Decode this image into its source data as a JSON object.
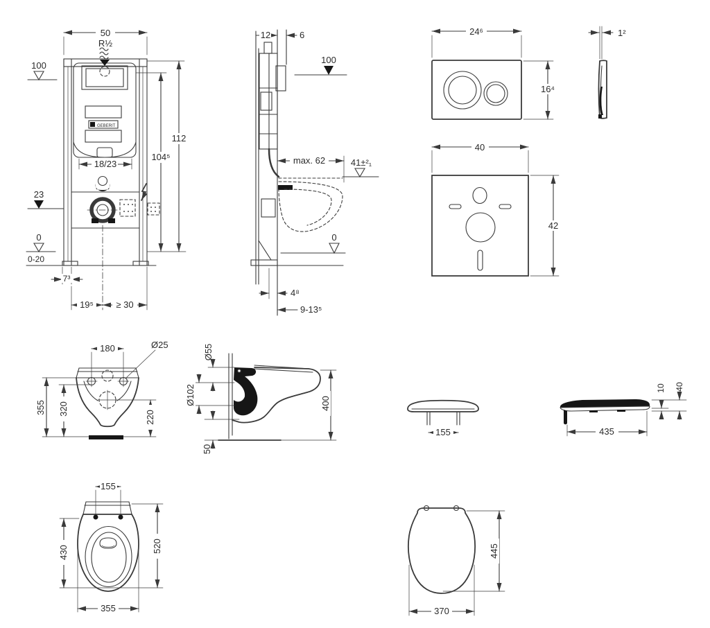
{
  "page": {
    "bg": "#ffffff",
    "line_color": "#3a3a3a",
    "text_color": "#2b2b2b"
  },
  "frame_front": {
    "width": "50",
    "thread": "R½",
    "datum_top": "100",
    "height_total": "112",
    "height_inner": "104⁵",
    "bracket_span": "18/23",
    "datum_mid": "23",
    "datum_zero": "0",
    "floor_range": "0-20",
    "foot_width": "7³",
    "center_offset": "19⁵",
    "side_min": "≥ 30",
    "brand": "GEBERIT"
  },
  "frame_side": {
    "depth": "12",
    "gap": "6",
    "datum_top": "100",
    "bowl_depth_max": "max. 62",
    "rim_height": "41±²₁",
    "datum_zero": "0",
    "rail_depth": "4⁸",
    "floor_buildup": "9-13⁵"
  },
  "flush_plate": {
    "width": "24⁶",
    "height": "16⁴",
    "thickness": "1²"
  },
  "sound_mat": {
    "width": "40",
    "height": "42"
  },
  "bowl_rear": {
    "bolt_span": "180",
    "bolt_dia": "Ø25",
    "height_total": "355",
    "height_rim": "320",
    "height_outlet": "220"
  },
  "bowl_side": {
    "inlet_dia": "Ø55",
    "outlet_dia": "Ø102",
    "height": "400",
    "bottom_gap": "50"
  },
  "seat_front": {
    "hinge_span": "155"
  },
  "seat_side": {
    "thickness_seat": "10",
    "thickness_total": "40",
    "length": "435"
  },
  "bowl_top": {
    "bolt_span": "155",
    "rim_length": "430",
    "length_total": "520",
    "width": "355"
  },
  "seat_top": {
    "length": "445",
    "width": "370"
  }
}
